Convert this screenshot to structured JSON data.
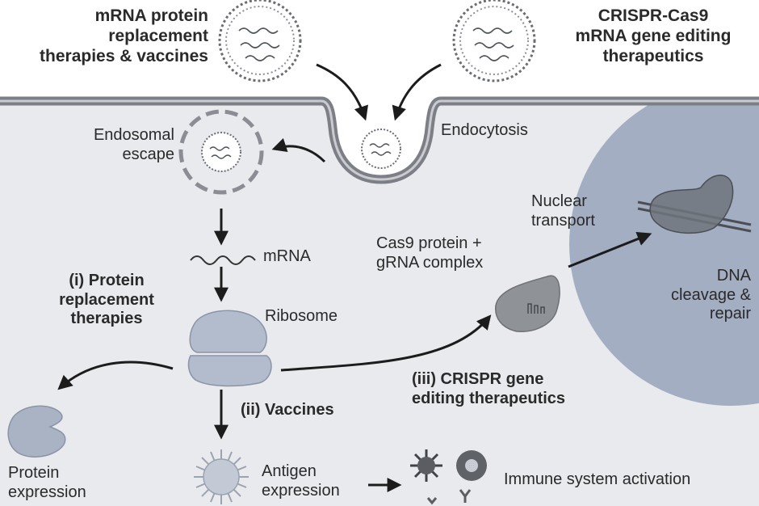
{
  "inputs": {
    "protein_therapies": "mRNA protein\nreplacement\ntherapies & vaccines",
    "gene_editing": "CRISPR-Cas9\nmRNA gene editing\ntherapeutics"
  },
  "steps": {
    "endocytosis": "Endocytosis",
    "endosomal_escape": "Endosomal\nescape",
    "mrna": "mRNA",
    "ribosome": "Ribosome",
    "nuclear_transport": "Nuclear\ntransport",
    "cas9_complex": "Cas9 protein +\ngRNA complex",
    "dna_cleavage": "DNA\ncleavage &\nrepair"
  },
  "pathways": {
    "protein_replacement": "(i) Protein\nreplacement\ntherapies",
    "vaccines": "(ii) Vaccines",
    "crispr": "(iii) CRISPR gene\nediting therapeutics"
  },
  "outcomes": {
    "protein_expression": "Protein\nexpression",
    "antigen_expression": "Antigen\nexpression",
    "immune_activation": "Immune system activation"
  },
  "colors": {
    "cell_interior": "#e9eaee",
    "membrane": "#7d7f86",
    "nucleus": "#a4aec3",
    "arrow": "#1c1c1c",
    "protein": "#aab3c4",
    "cas9": "#8f9398"
  }
}
